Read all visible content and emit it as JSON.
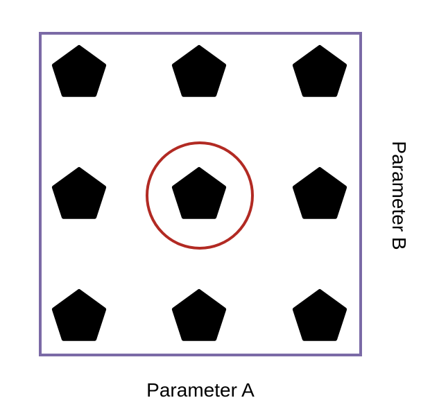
{
  "diagram": {
    "x_axis_label": "Parameter A",
    "y_axis_label": "Parameter B",
    "grid": {
      "columns": 3,
      "rows": 3,
      "marker_shape": "pentagon",
      "marker_color": "#000000"
    },
    "highlight": {
      "column": 2,
      "row": 2,
      "color": "#b22a23"
    },
    "frame_color": "#7b6aa6"
  }
}
